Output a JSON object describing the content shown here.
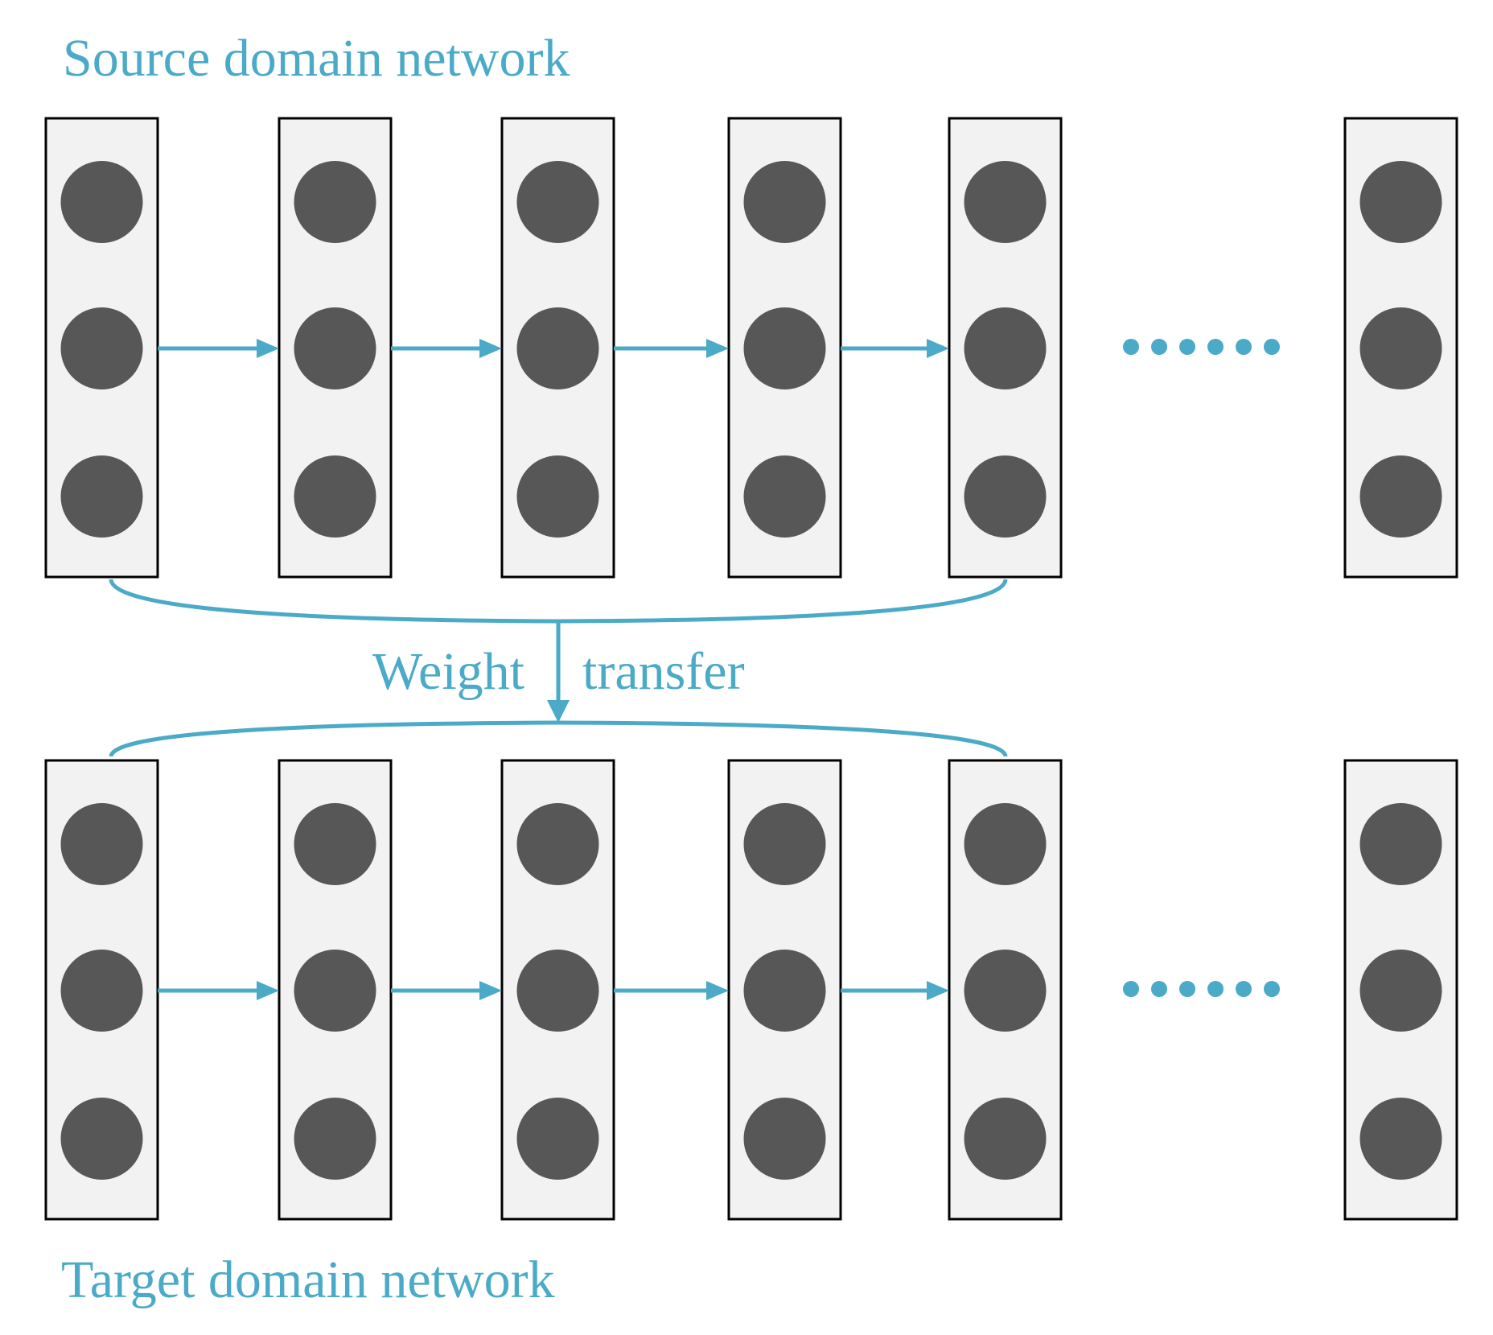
{
  "source": {
    "label": "Source domain network"
  },
  "target": {
    "label": "Target domain network"
  },
  "transfer": {
    "left": "Weight",
    "right": "transfer"
  },
  "networks": [
    {
      "id": "source",
      "layers": 6,
      "nodes_per_layer": 3,
      "has_ellipsis": true
    },
    {
      "id": "target",
      "layers": 6,
      "nodes_per_layer": 3,
      "has_ellipsis": true
    }
  ],
  "colors": {
    "accent": "#4aaac7",
    "node": "#575757",
    "layer_fill": "#f2f2f2",
    "layer_stroke": "#000000"
  }
}
